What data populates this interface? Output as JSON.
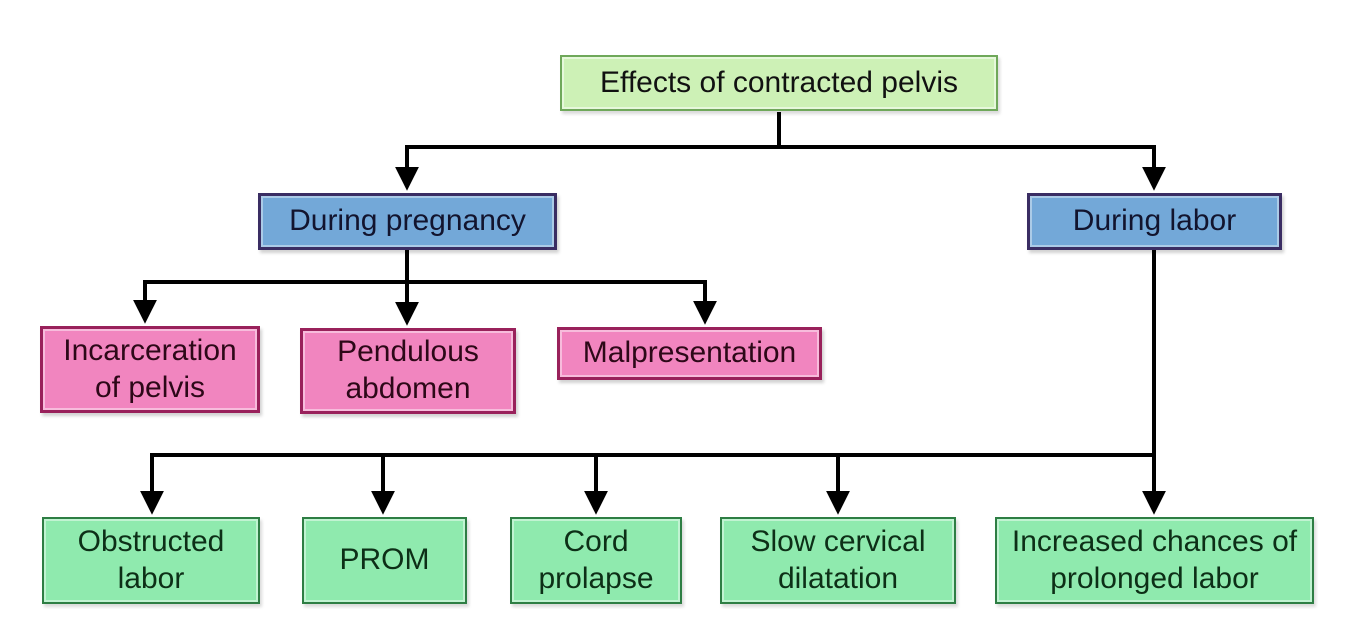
{
  "diagram": {
    "type": "flowchart",
    "root": {
      "label": "Effects of contracted pelvis"
    },
    "branches": [
      {
        "label": "During pregnancy",
        "children": [
          {
            "label": "Incarceration of pelvis"
          },
          {
            "label": "Pendulous abdomen"
          },
          {
            "label": "Malpresentation"
          }
        ]
      },
      {
        "label": "During labor",
        "children": [
          {
            "label": "Obstructed labor"
          },
          {
            "label": "PROM"
          },
          {
            "label": "Cord prolapse"
          },
          {
            "label": "Slow cervical dilatation"
          },
          {
            "label": "Increased chances of prolonged labor"
          }
        ]
      }
    ],
    "colors": {
      "root_fill": "#cdf1b6",
      "root_border": "#6fa85a",
      "branch_fill": "#73a8d8",
      "branch_border": "#3a2d63",
      "pregnancy_child_fill": "#f185bf",
      "pregnancy_child_border": "#99215b",
      "labor_child_fill": "#8feaae",
      "labor_child_border": "#2e7e44",
      "line": "#000000"
    }
  }
}
